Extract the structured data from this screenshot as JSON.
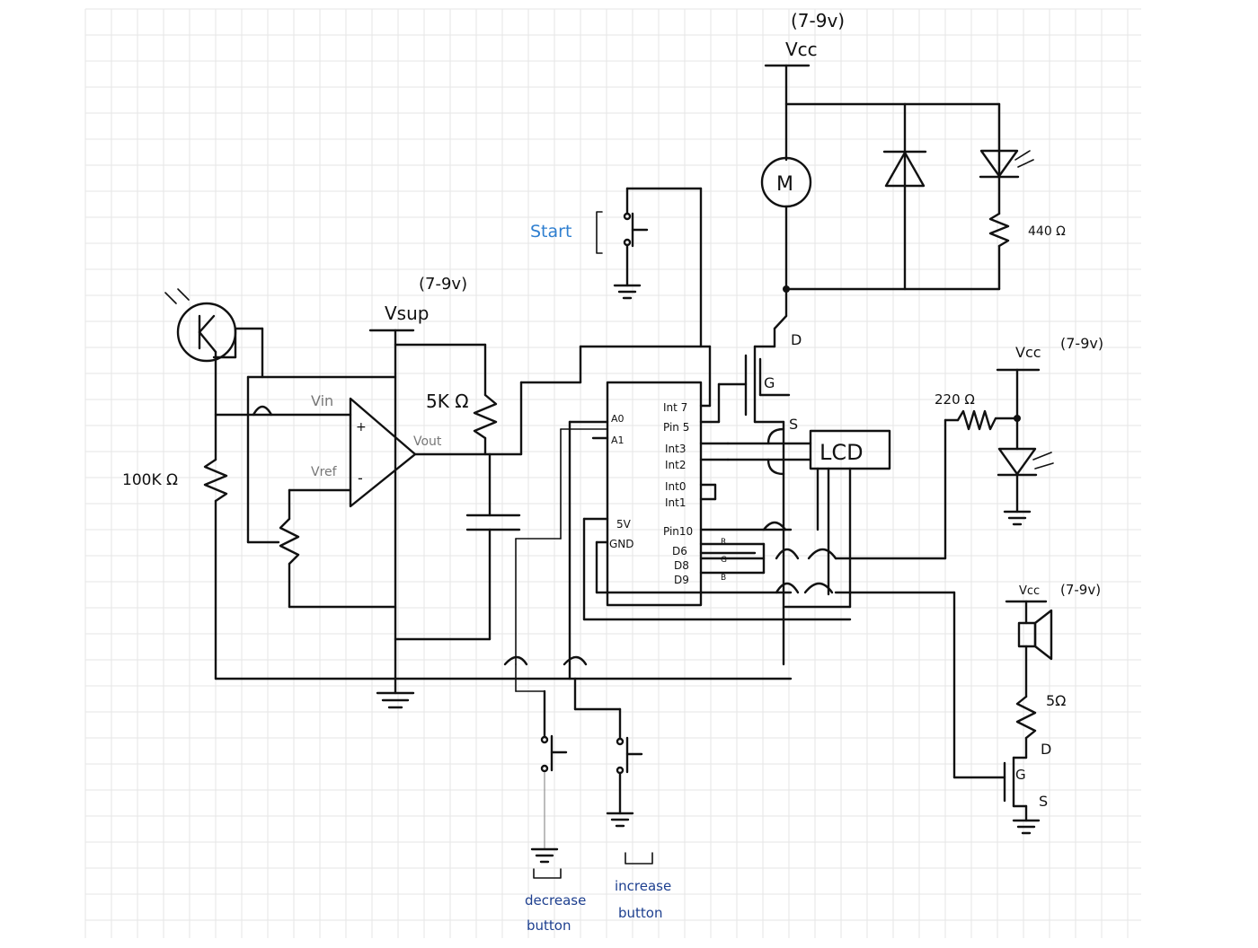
{
  "labels": {
    "vcc_motor_range": "(7-9v)",
    "vcc_motor": "Vcc",
    "motor": "M",
    "r_440": "440 Ω",
    "start": "Start",
    "vsup_range": "(7-9v)",
    "vsup": "Vsup",
    "vin": "Vin",
    "vref": "Vref",
    "vout": "Vout",
    "plus": "+",
    "minus": "-",
    "r_5k": "5K Ω",
    "r_100k": "100K Ω",
    "mosfet_g": "G",
    "mosfet_d": "D",
    "mosfet_s": "S",
    "lcd": "LCD",
    "r_220": "220 Ω",
    "vcc_led": "Vcc",
    "vcc_led_range": "(7-9v)",
    "vcc_speaker": "Vcc",
    "vcc_speaker_range": "(7-9v)",
    "r_5": "5Ω",
    "mosfet2_d": "D",
    "mosfet2_g": "G",
    "mosfet2_s": "S",
    "decrease_line1": "decrease",
    "decrease_line2": "button",
    "increase_line1": "increase",
    "increase_line2": "button"
  },
  "mcu_pins": {
    "a0": "A0",
    "a1": "A1",
    "int7": "Int 7",
    "pin5": "Pin 5",
    "int3": "Int3",
    "int2": "Int2",
    "int0": "Int0",
    "int1": "Int1",
    "v5": "5V",
    "gnd": "GND",
    "pin10": "Pin10",
    "d6": "D6",
    "d8": "D8",
    "d9": "D9",
    "r": "R",
    "g": "G",
    "b": "B"
  },
  "colors": {
    "wire": "#111111",
    "blue_label": "#2f7fd0",
    "button_label": "#1d3f8f",
    "grid": "#e6e6e6"
  }
}
